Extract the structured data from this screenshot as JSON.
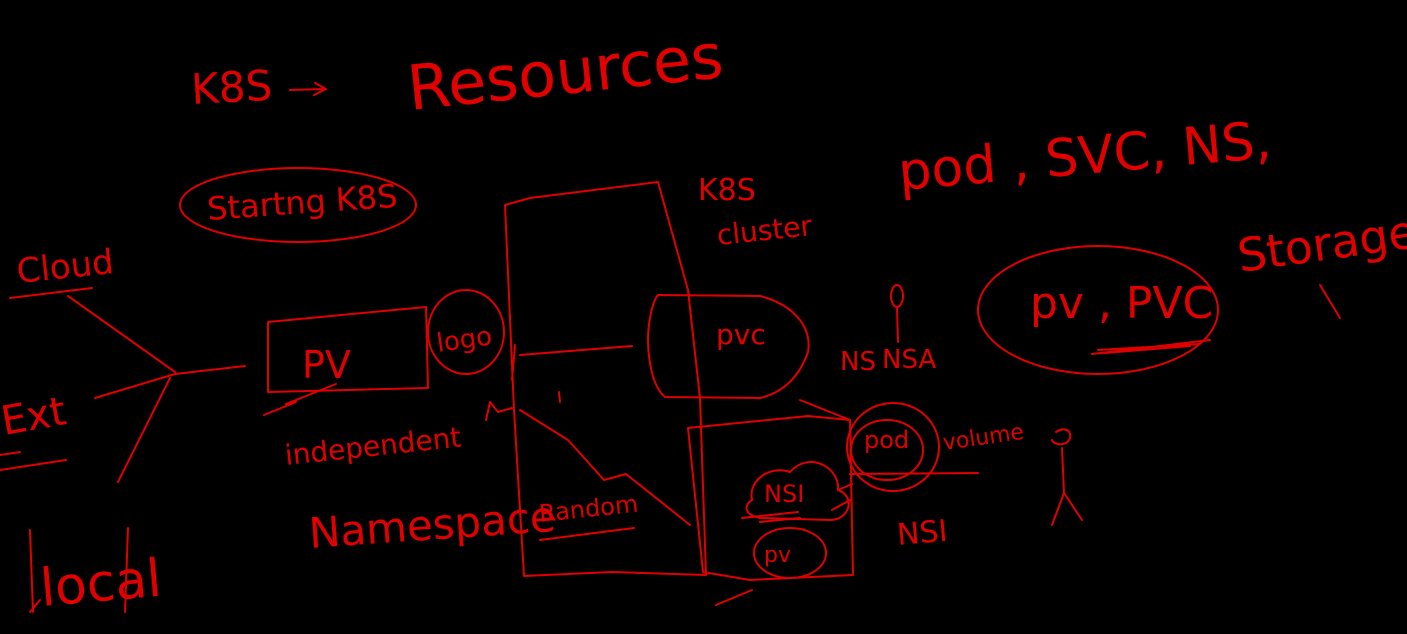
{
  "ink_color": "#e00000",
  "background": "#000000",
  "labels": {
    "title_k8s": "K8S",
    "title_resources": "Resources",
    "starting_k8s": "Startng K8S",
    "cloud": "Cloud",
    "ext": "Ext",
    "local": "local",
    "pv": "PV",
    "logo": "logo",
    "independent": "independent",
    "namespace": "Namespace",
    "k8s_cluster_line1": "K8S",
    "k8s_cluster_line2": "cluster",
    "pod_list": "pod , SVC, NS,",
    "storage": "Storage",
    "pv_pvc": "pv , PVC",
    "pvc_box": "pvc",
    "ns_label": "NS",
    "nsa": "NSA",
    "pod_small": "pod",
    "volume": "volume",
    "random": "Random",
    "nsi_inner": "NSI",
    "pv_inner": "pv",
    "nsi_outer": "NSI"
  }
}
